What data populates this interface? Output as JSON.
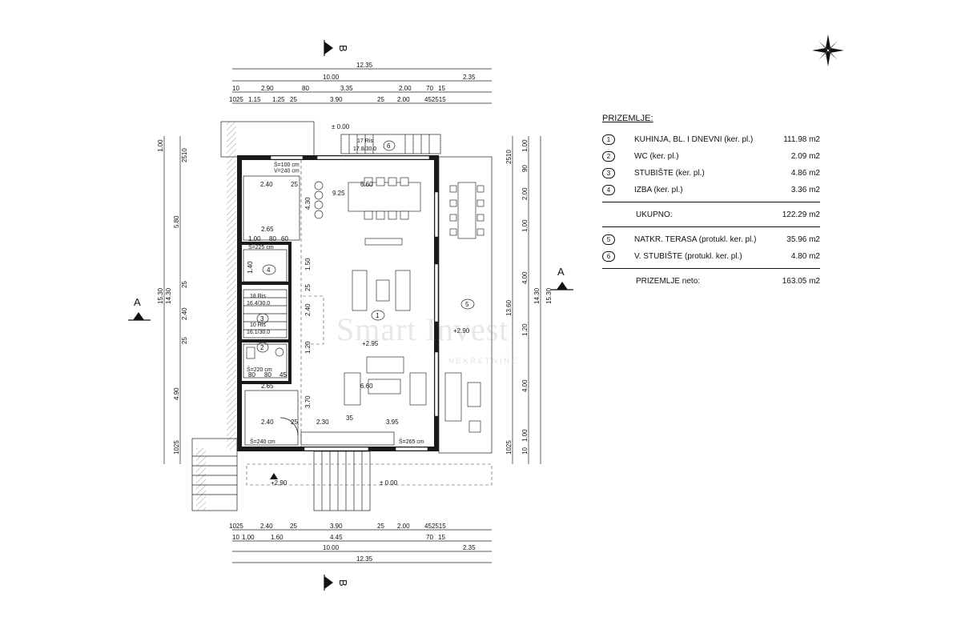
{
  "legend": {
    "title": "PRIZEMLJE:",
    "rooms": [
      {
        "num": "1",
        "name": "KUHINJA, BL. I DNEVNI (ker. pl.)",
        "area": "111.98 m2"
      },
      {
        "num": "2",
        "name": "WC (ker. pl.)",
        "area": "2.09 m2"
      },
      {
        "num": "3",
        "name": "STUBIŠTE (ker. pl.)",
        "area": "4.86 m2"
      },
      {
        "num": "4",
        "name": "IZBA (ker. pl.)",
        "area": "3.36 m2"
      }
    ],
    "total_label": "UKUPNO:",
    "total_area": "122.29 m2",
    "extra": [
      {
        "num": "5",
        "name": "NATKR. TERASA (protukl. ker. pl.)",
        "area": "35.96 m2"
      },
      {
        "num": "6",
        "name": "V. STUBIŠTE (protukl. ker. pl.)",
        "area": "4.80 m2"
      }
    ],
    "net_label": "PRIZEMLJE neto:",
    "net_area": "163.05 m2"
  },
  "sections": {
    "b_top": "B",
    "b_bottom": "B",
    "a_left": "A",
    "a_right": "A"
  },
  "top_dims": {
    "overall": "12.35",
    "row2": [
      "10.00",
      "2.35"
    ],
    "row3": [
      "10",
      "2.90",
      "80",
      "3.35",
      "2.00",
      "70",
      "15"
    ],
    "row4": [
      "1025",
      "1.15",
      "1.25",
      "25",
      "3.90",
      "25",
      "2.00",
      "452515"
    ]
  },
  "bottom_dims": {
    "row1": [
      "1025",
      "2.40",
      "25",
      "3.90",
      "25",
      "2.00",
      "452515"
    ],
    "row2": [
      "10",
      "1.00",
      "1.60",
      "4.45",
      "70",
      "15"
    ],
    "row3": [
      "10.00",
      "2.35"
    ],
    "overall": "12.35"
  },
  "left_dims": {
    "outer": [
      "1.00",
      "5.80",
      "15.30",
      "4.90",
      "1025"
    ],
    "inner": [
      "2510",
      "14.30",
      "25",
      "2.40",
      "25"
    ]
  },
  "right_dims": {
    "outer": [
      "1.00",
      "14.30",
      "15.30",
      "10",
      "1.00"
    ],
    "inner": [
      "2510",
      "90",
      "2.00",
      "1.00",
      "4.00",
      "13.60",
      "1.20",
      "4.00",
      "1025"
    ]
  },
  "room_dims": {
    "top_left": "2.40",
    "top_25": "25",
    "kitchen_w": "6.60",
    "kitchen_w2": "9.25",
    "izba_w": "2.65",
    "izba_row": [
      "1.00",
      "80",
      "60"
    ],
    "izba_h": "1.40",
    "v_430": "4.30",
    "v_150": "1.50",
    "v_240": "2.40",
    "v_120": "1.20",
    "v_370": "3.70",
    "wc_row": [
      "80",
      "80",
      "45"
    ],
    "low_265": "2.65",
    "low_240": "2.40",
    "low_25": "25",
    "low_230": "2.30",
    "low_35": "35",
    "low_395": "3.95",
    "living_w": "6.60",
    "stair_top_a": "17 Ris",
    "stair_top_b": "17.8/30.0",
    "stair_in_a": "18 Ris",
    "stair_in_b": "16.4/30.0",
    "stair_in_c": "10 Ris",
    "stair_in_d": "16.1/30.0",
    "v_25": "25"
  },
  "levels": {
    "top_entry": "± 0.00",
    "bottom_entry": "± 0.00",
    "main": "+2.95",
    "terrace": "+2.90",
    "bottom_terrace": "+2.90"
  },
  "room_labels": [
    "1",
    "2",
    "3",
    "4",
    "5",
    "6"
  ],
  "window_tags": {
    "w1": "Š=100 cm\nV=240 cm",
    "w2": "Š=225 cm",
    "w3": "Š=220 cm",
    "w4": "Š=240 cm",
    "w5": "Š=265 cm"
  },
  "watermark": "Smart Invest",
  "watermark_sub": "NEKRETNINE"
}
